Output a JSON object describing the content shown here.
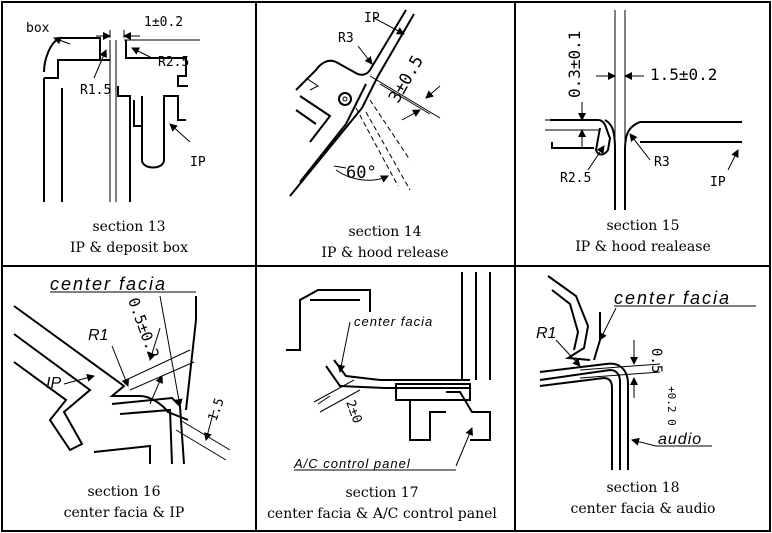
{
  "panels": [
    {
      "id": "13",
      "caption_title": "section 13",
      "caption_desc": "IP & deposit box",
      "labels": {
        "box": "box",
        "dim_gap": "1±0.2",
        "r_left": "R1.5",
        "r_right": "R2.5",
        "ip": "IP"
      }
    },
    {
      "id": "14",
      "caption_title": "section 14",
      "caption_desc": "IP & hood release",
      "labels": {
        "ip": "IP",
        "radius": "R3",
        "dim_gap": "3±0.5",
        "angle": "60°"
      }
    },
    {
      "id": "15",
      "caption_title": "section 15",
      "caption_desc": "IP & hood realease",
      "labels": {
        "dim_vertical": "0.3±0.1",
        "dim_gap": "1.5±0.2",
        "r_left": "R2.5",
        "r_right": "R3",
        "ip": "IP"
      }
    },
    {
      "id": "16",
      "caption_title": "section 16",
      "caption_desc": "center facia & IP",
      "labels": {
        "center_facia": "center facia",
        "dim_gap": "0.5±0.2",
        "radius": "R1",
        "ip": "IP",
        "dim_small": "1.5"
      }
    },
    {
      "id": "17",
      "caption_title": "section 17",
      "caption_desc": "center facia & A/C control panel",
      "labels": {
        "center_facia": "center facia",
        "dim_gap": "2±0",
        "ac_panel": "A/C control panel"
      }
    },
    {
      "id": "18",
      "caption_title": "section 18",
      "caption_desc": "center facia & audio",
      "labels": {
        "center_facia": "center facia",
        "radius": "R1",
        "dim_gap": "0.5",
        "dim_tol": "+0.2 0",
        "audio": "audio"
      }
    }
  ]
}
